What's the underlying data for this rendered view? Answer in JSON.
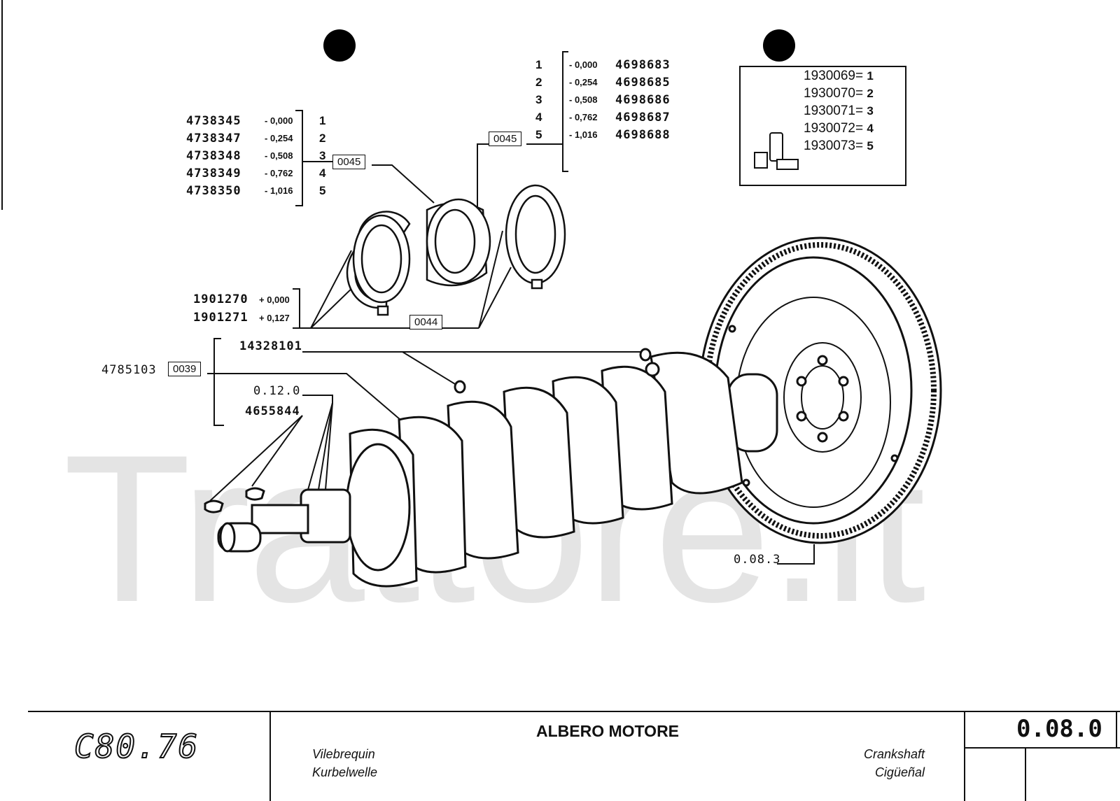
{
  "watermark": "Trattore.it",
  "main_bearings": {
    "box": "0045",
    "rows": [
      {
        "part": "4738345",
        "size": "- 0,000",
        "idx": "1"
      },
      {
        "part": "4738347",
        "size": "- 0,254",
        "idx": "2"
      },
      {
        "part": "4738348",
        "size": "- 0,508",
        "idx": "3"
      },
      {
        "part": "4738349",
        "size": "- 0,762",
        "idx": "4"
      },
      {
        "part": "4738350",
        "size": "- 1,016",
        "idx": "5"
      }
    ]
  },
  "rod_bearings": {
    "box": "0045",
    "rows": [
      {
        "idx": "1",
        "size": "- 0,000",
        "part": "4698683"
      },
      {
        "idx": "2",
        "size": "- 0,254",
        "part": "4698685"
      },
      {
        "idx": "3",
        "size": "- 0,508",
        "part": "4698686"
      },
      {
        "idx": "4",
        "size": "- 0,762",
        "part": "4698687"
      },
      {
        "idx": "5",
        "size": "- 1,016",
        "part": "4698688"
      }
    ]
  },
  "kits": {
    "rows": [
      {
        "part": "1930069",
        "idx": "1"
      },
      {
        "part": "1930070",
        "idx": "2"
      },
      {
        "part": "1930071",
        "idx": "3"
      },
      {
        "part": "1930072",
        "idx": "4"
      },
      {
        "part": "1930073",
        "idx": "5"
      }
    ],
    "eq": "="
  },
  "thrust_washers": {
    "box": "0044",
    "rows": [
      {
        "part": "1901270",
        "size": "+ 0,000"
      },
      {
        "part": "1901271",
        "size": "+ 0,127"
      }
    ]
  },
  "crankshaft": {
    "part": "4785103",
    "box": "0039",
    "plug": "14328101",
    "ref_key": "0.12.0",
    "key_part": "4655844",
    "flywheel_ref": "0.08.3"
  },
  "title_block": {
    "model": "C80.76",
    "title": "ALBERO MOTORE",
    "fr": "Vilebrequin",
    "de": "Kurbelwelle",
    "en": "Crankshaft",
    "es": "Cigüeñal",
    "page_ref": "0.08.0"
  }
}
